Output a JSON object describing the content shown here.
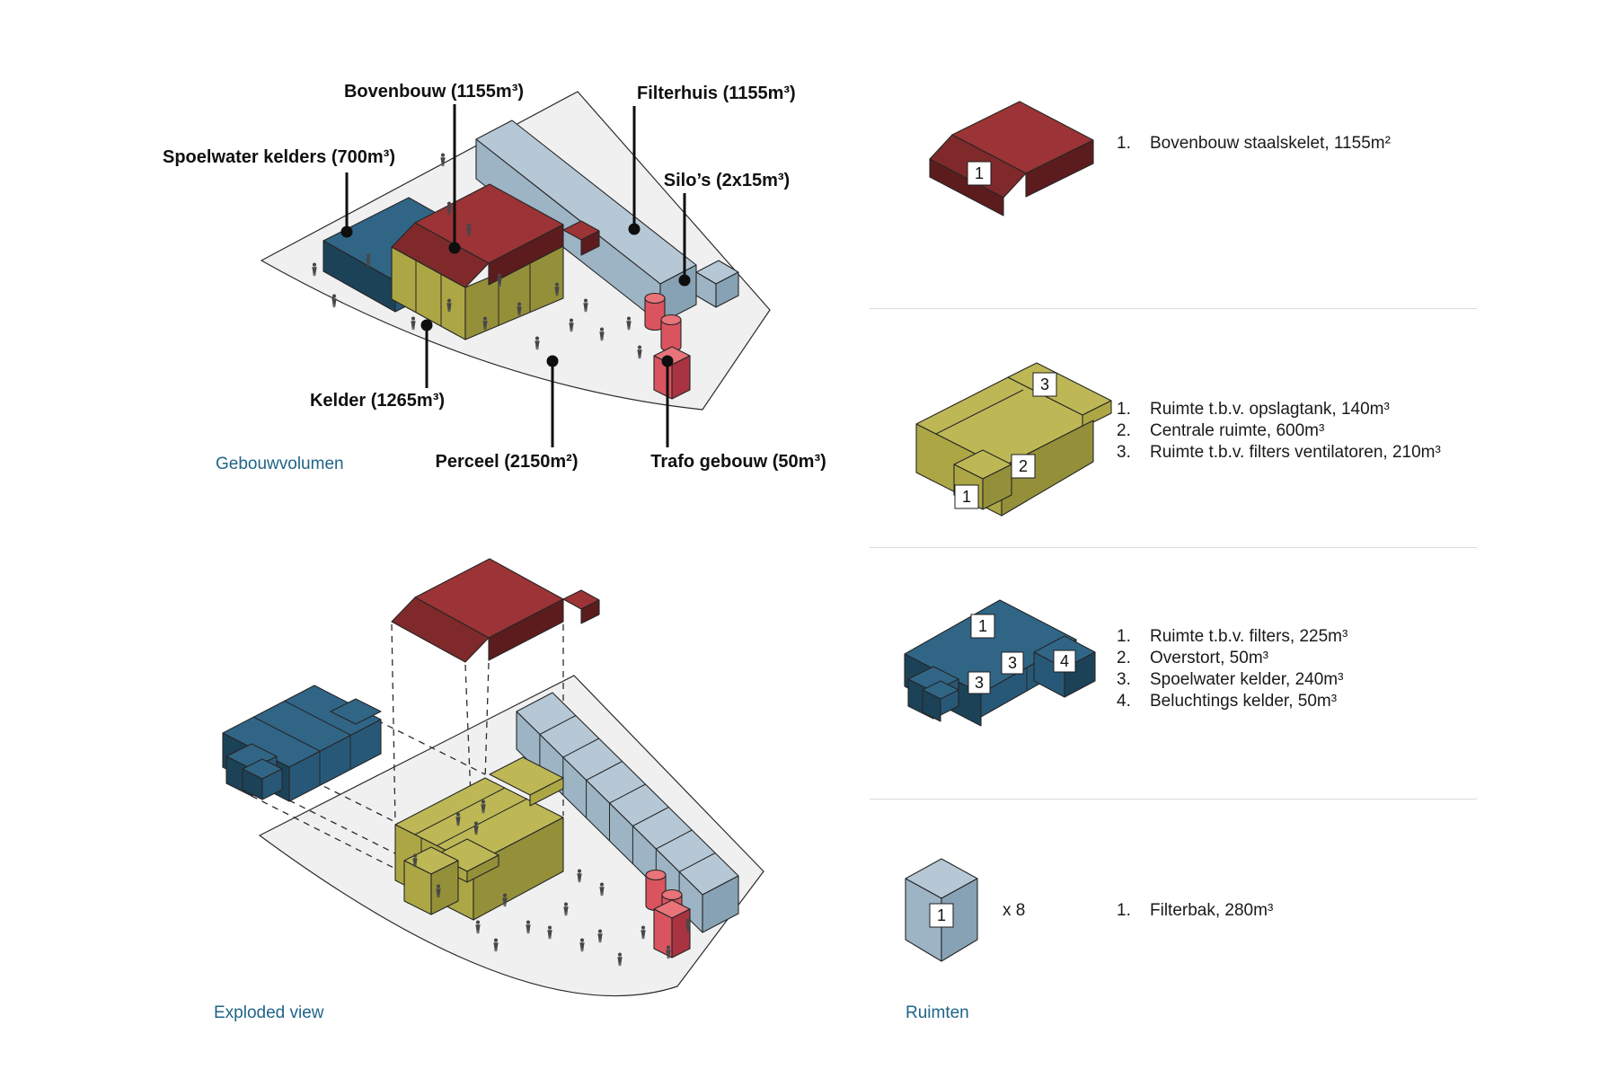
{
  "captions": {
    "scene1": "Gebouwvolumen",
    "scene2": "Exploded view",
    "legend": "Ruimten"
  },
  "scene1_labels": {
    "bovenbouw": "Bovenbouw (1155m³)",
    "filterhuis": "Filterhuis (1155m³)",
    "spoelwater": "Spoelwater kelders (700m³)",
    "silos": "Silo’s (2x15m³)",
    "kelder": "Kelder (1265m³)",
    "perceel": "Perceel (2150m²)",
    "trafo": "Trafo gebouw (50m³)"
  },
  "legend": {
    "rows": [
      {
        "badges": [
          "1"
        ],
        "items": [
          {
            "n": "1.",
            "t": "Bovenbouw staalskelet, 1155m²"
          }
        ]
      },
      {
        "badges": [
          "3",
          "2",
          "1"
        ],
        "items": [
          {
            "n": "1.",
            "t": "Ruimte t.b.v. opslagtank, 140m³"
          },
          {
            "n": "2.",
            "t": "Centrale ruimte, 600m³"
          },
          {
            "n": "3.",
            "t": "Ruimte t.b.v. filters ventilatoren, 210m³"
          }
        ]
      },
      {
        "badges": [
          "1",
          "3",
          "3",
          "4"
        ],
        "items": [
          {
            "n": "1.",
            "t": "Ruimte t.b.v. filters, 225m³"
          },
          {
            "n": "2.",
            "t": "Overstort, 50m³"
          },
          {
            "n": "3.",
            "t": "Spoelwater kelder, 240m³"
          },
          {
            "n": "4.",
            "t": "Beluchtings kelder, 50m³"
          }
        ]
      },
      {
        "badges": [
          "1"
        ],
        "multiplier": "x 8",
        "items": [
          {
            "n": "1.",
            "t": "Filterbak, 280m³"
          }
        ]
      }
    ]
  },
  "colors": {
    "caption_blue": "#1F6489",
    "red_top": "#9C3336",
    "red_mid": "#7F292B",
    "red_dark": "#5C1C1E",
    "red_bright": "#D9545E",
    "red_bright_dark": "#A93340",
    "red_bright_top": "#E87379",
    "yellow_top": "#BDB855",
    "yellow_front": "#ACA744",
    "yellow_dark": "#94903A",
    "blue_top": "#306586",
    "blue_mid": "#285878",
    "blue_dark": "#1C4257",
    "lightblue_top": "#B6C8D5",
    "lightblue_front": "#9CB4C4",
    "lightblue_dark": "#87A2B4",
    "ground": "#F0F0F1"
  }
}
